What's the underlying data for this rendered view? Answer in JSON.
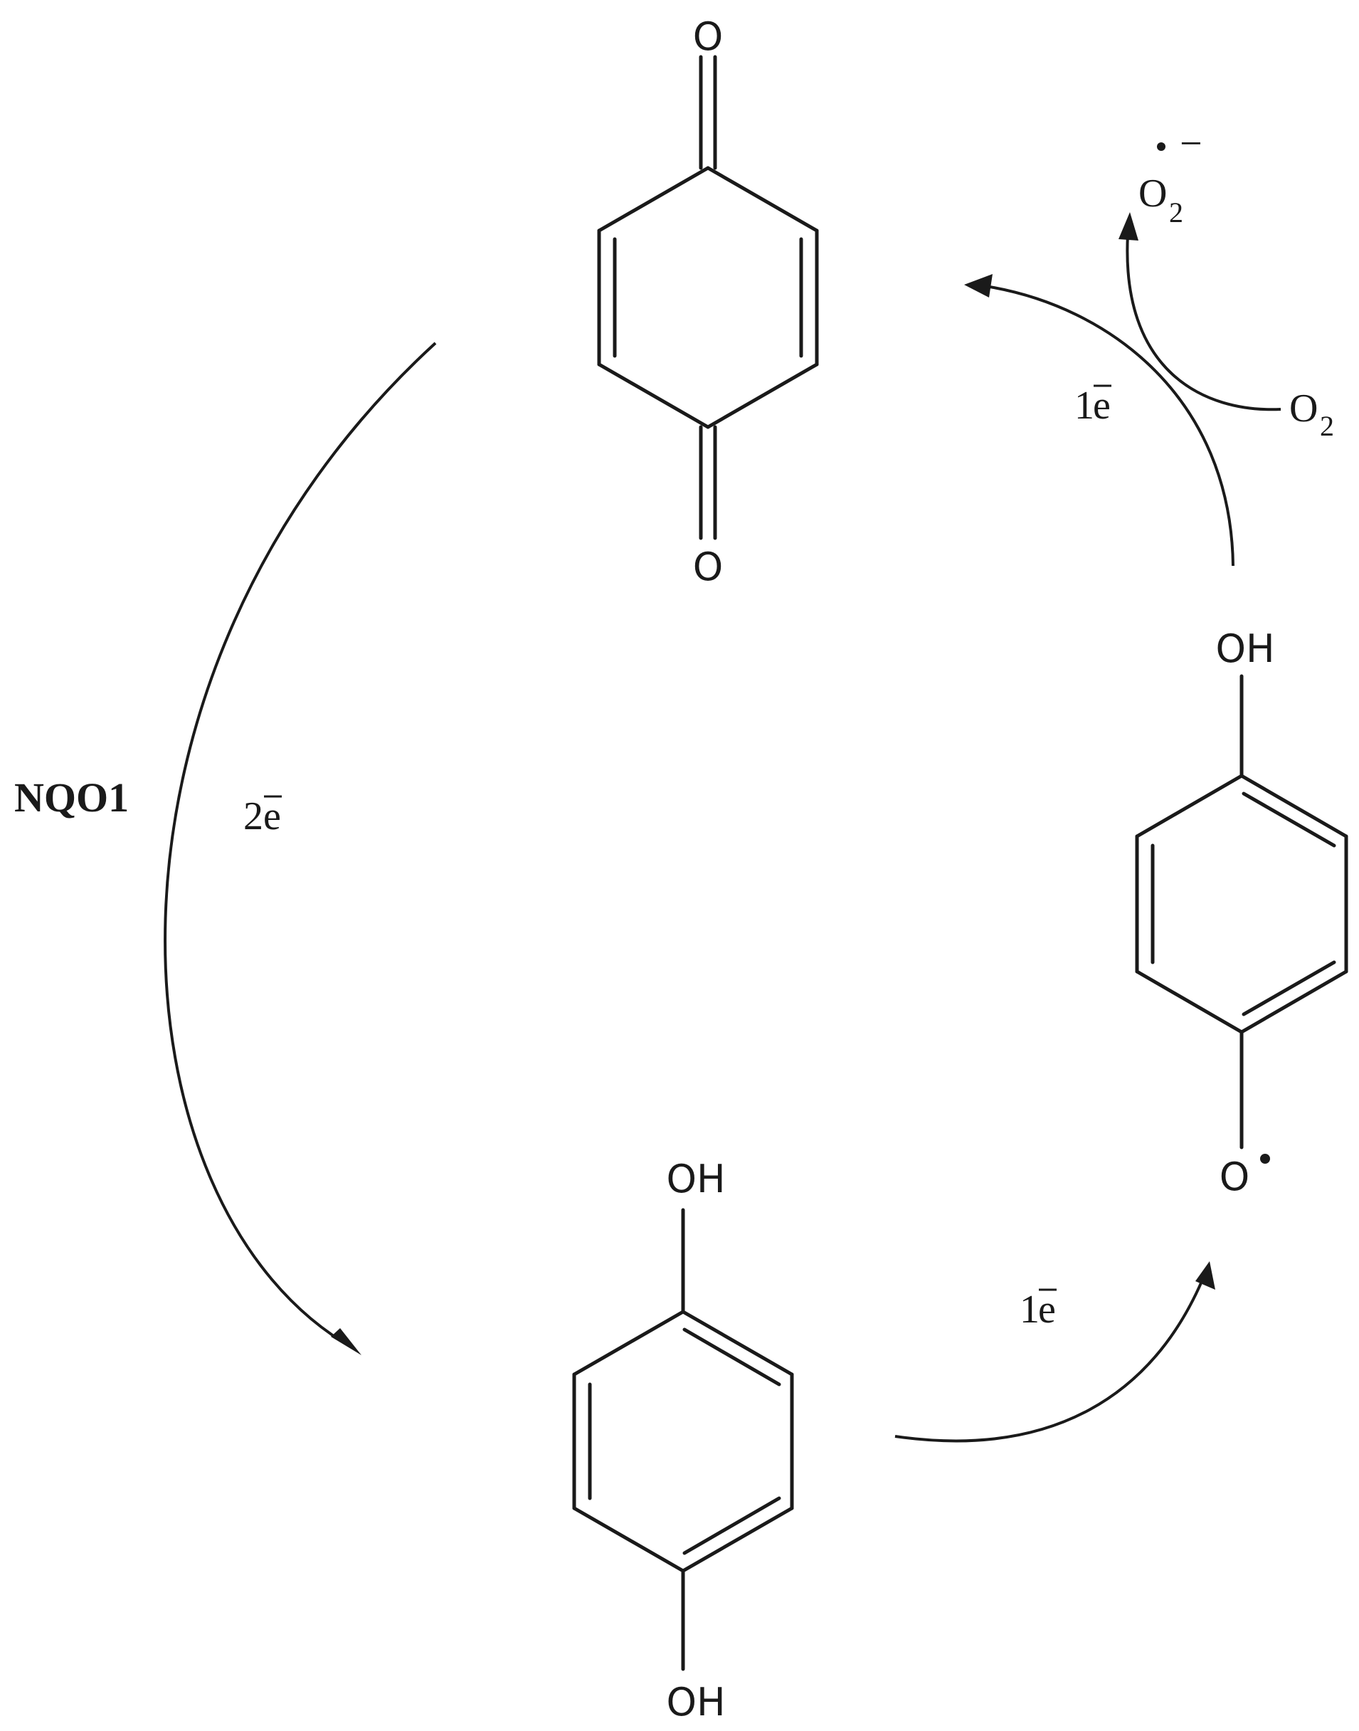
{
  "quinone": {
    "top_o": "O",
    "bottom_o": "O"
  },
  "semiquinone": {
    "oh": "OH",
    "o_radical": "O"
  },
  "hydroquinone": {
    "top_oh": "OH",
    "bottom_oh": "OH"
  },
  "superoxide": {
    "o": "O",
    "subscript": "2",
    "charge": "−"
  },
  "oxygen": {
    "o": "O",
    "subscript": "2"
  },
  "labels": {
    "enzyme": "NQO1",
    "two_e_num": "2",
    "one_e_num_top": "1",
    "one_e_num_bottom": "1",
    "e_symbol": "e"
  }
}
